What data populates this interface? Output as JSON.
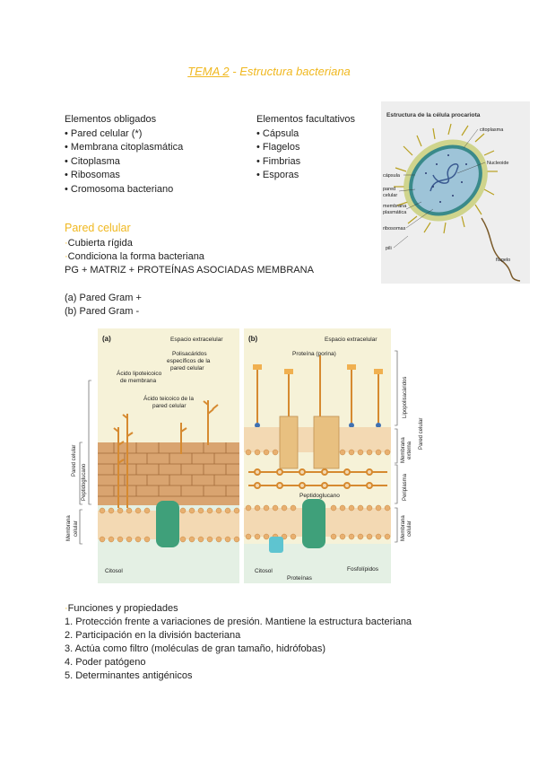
{
  "title": {
    "prefix": "TEMA 2",
    "rest": " - Estructura bacteriana"
  },
  "obligados": {
    "heading": "Elementos obligados",
    "items": [
      "• Pared celular (*)",
      "• Membrana citoplasmática",
      "• Citoplasma",
      "• Ribosomas",
      "• Cromosoma bacteriano"
    ]
  },
  "facultativos": {
    "heading": "Elementos facultativos",
    "items": [
      "• Cápsula",
      "• Flagelos",
      "• Fimbrias",
      "• Esporas"
    ]
  },
  "cell_figure": {
    "title": "Estructura de la célula procariota",
    "labels": {
      "citoplasma": "citoplasma",
      "nucleoide": "Nucleoide",
      "capsula": "cápsula",
      "pared1": "pared",
      "pared2": "celular",
      "membrana1": "membrana",
      "membrana2": "plasmática",
      "ribosomas": "ribosomas",
      "pili": "pili",
      "flagelo": "flagelo"
    }
  },
  "pared": {
    "heading": "Pared celular",
    "lines": [
      "Cubierta rígida",
      "Condiciona la forma bacteriana"
    ],
    "formula": "PG + MATRIZ + PROTEÍNAS ASOCIADAS MEMBRANA",
    "gram_pos": "(a) Pared Gram  +",
    "gram_neg": "(b) Pared Gram  -"
  },
  "wall_figure": {
    "panel_a": "(a)",
    "panel_b": "(b)",
    "extracel_a": "Espacio extracelular",
    "extracel_b": "Espacio extracelular",
    "acido_lipo1": "Ácido lipoteicoico",
    "acido_lipo2": "de membrana",
    "polisac1": "Polisacáridos",
    "polisac2": "específicos de la",
    "polisac3": "pared celular",
    "acido_teic1": "Ácido teicoico de la",
    "acido_teic2": "pared celular",
    "proteina_porina": "Proteína (porina)",
    "peptidoglucano_b": "Peptidoglucano",
    "citosol_a": "Citosol",
    "citosol_b": "Citosol",
    "proteinas": "Proteínas",
    "fosfolipidos": "Fosfolípidos",
    "left_pared": "Pared celular",
    "left_peptido": "Peptidoglucano",
    "left_membrana1": "Membrana",
    "left_membrana2": "celular",
    "right_lipopoli": "Lipopolisacáridos",
    "right_memb_ext1": "Membrana",
    "right_memb_ext2": "externa",
    "right_pared": "Pared celular",
    "right_periplasma": "Periplasma",
    "right_memb_cel1": "Membrana",
    "right_memb_cel2": "celular"
  },
  "funciones": {
    "heading": "Funciones y propiedades",
    "items": [
      "1. Protección frente a variaciones de presión. Mantiene la estructura bacteriana",
      "2. Participación en la división bacteriana",
      "3. Actúa como filtro (moléculas de gran tamaño, hidrófobas)",
      "4. Poder patógeno",
      "5. Determinantes antigénicos"
    ]
  }
}
